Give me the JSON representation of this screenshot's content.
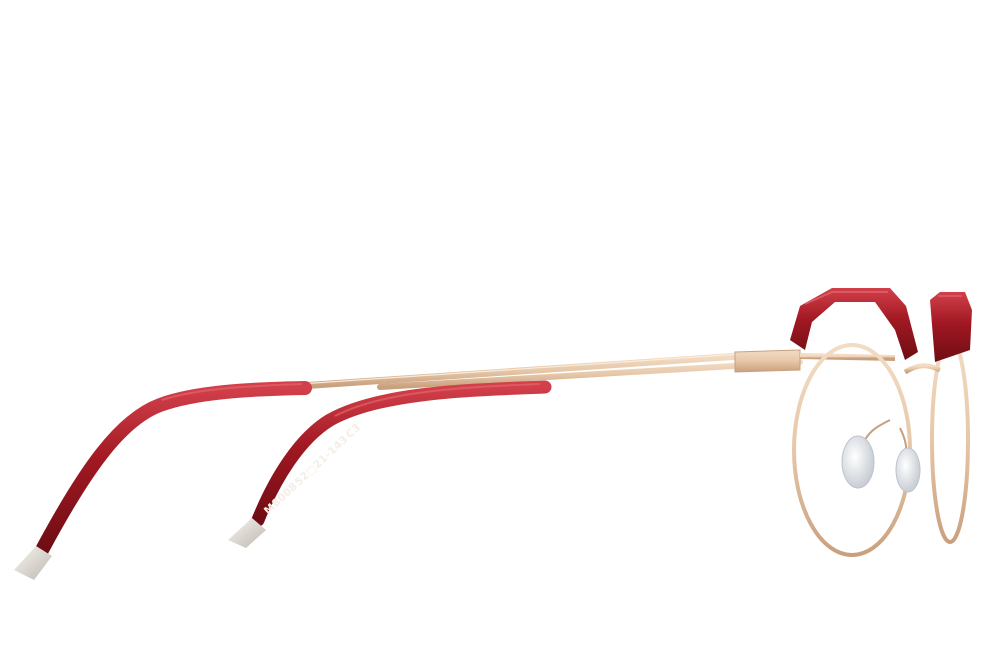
{
  "product": {
    "model_code": "M8008",
    "size_code": "52□21-143",
    "color_code": "C3"
  },
  "colors": {
    "background": "#ffffff",
    "acetate_red": "#a01822",
    "acetate_red_dark": "#6f0d14",
    "acetate_red_light": "#d2404a",
    "gold_metal": "#e6c7a8",
    "gold_metal_dark": "#c9a07e",
    "silver_tip": "#e4e1dc",
    "nose_pad": "#e9ecef",
    "print_white": "#f4eee6"
  }
}
